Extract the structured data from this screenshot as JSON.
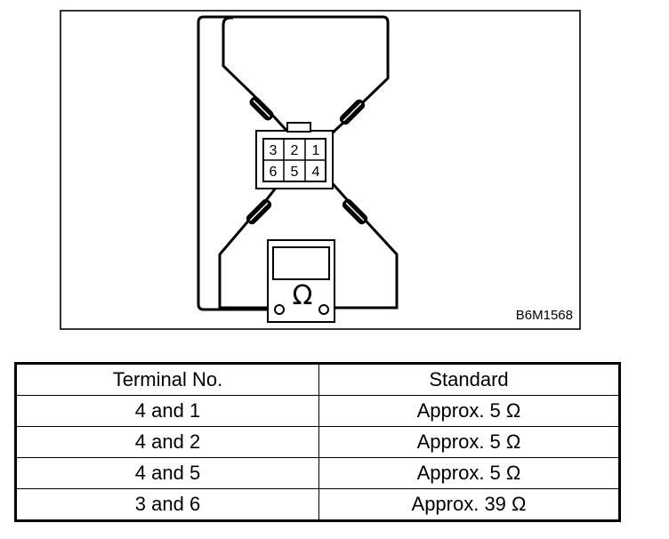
{
  "diagram": {
    "figure_code": "B6M1568",
    "connector_pins": [
      "3",
      "2",
      "1",
      "6",
      "5",
      "4"
    ],
    "meter_symbol": "Ω",
    "meter_icon": "ohmmeter-icon"
  },
  "table": {
    "headers": [
      "Terminal No.",
      "Standard"
    ],
    "rows": [
      {
        "terminal": "4 and 1",
        "standard": "Approx. 5 Ω"
      },
      {
        "terminal": "4 and 2",
        "standard": "Approx. 5 Ω"
      },
      {
        "terminal": "4 and 5",
        "standard": "Approx. 5 Ω"
      },
      {
        "terminal": "3 and 6",
        "standard": "Approx. 39 Ω"
      }
    ]
  }
}
